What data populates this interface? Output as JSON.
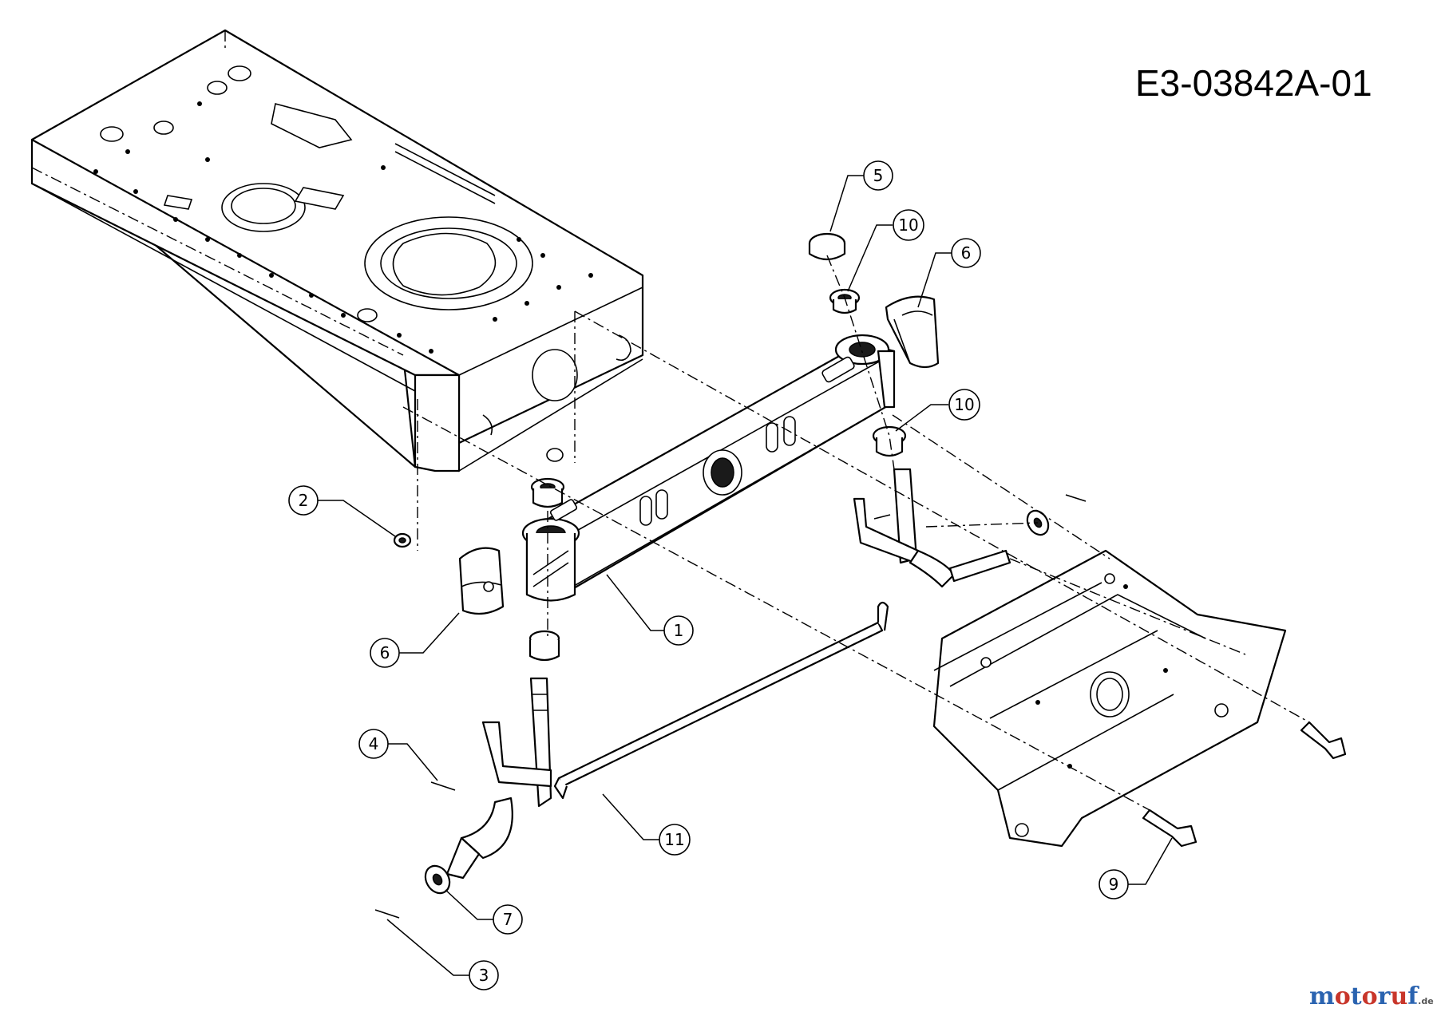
{
  "drawing_code": "E3-03842A-01",
  "logo": {
    "name": "motoruf",
    "suffix": ".de",
    "color_a": "#2a63b0",
    "color_b": "#c8362b"
  },
  "callouts": [
    {
      "id": "c1",
      "label": "1"
    },
    {
      "id": "c2",
      "label": "2"
    },
    {
      "id": "c3",
      "label": "3"
    },
    {
      "id": "c4",
      "label": "4"
    },
    {
      "id": "c5",
      "label": "5"
    },
    {
      "id": "c6a",
      "label": "6"
    },
    {
      "id": "c6b",
      "label": "6"
    },
    {
      "id": "c7",
      "label": "7"
    },
    {
      "id": "c9",
      "label": "9"
    },
    {
      "id": "c10a",
      "label": "10"
    },
    {
      "id": "c10b",
      "label": "10"
    },
    {
      "id": "c11",
      "label": "11"
    }
  ]
}
